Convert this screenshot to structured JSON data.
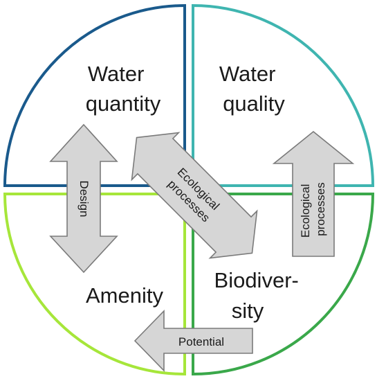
{
  "quadrants": [
    {
      "id": "water-quantity",
      "lines": [
        "Water",
        "quantity"
      ],
      "color": "#1a5a8c"
    },
    {
      "id": "water-quality",
      "lines": [
        "Water",
        "quality"
      ],
      "color": "#3fb5b0"
    },
    {
      "id": "biodiversity",
      "lines": [
        "Biodiver-",
        "sity"
      ],
      "color": "#3aa84a"
    },
    {
      "id": "amenity",
      "lines": [
        "Amenity"
      ],
      "color": "#a6e63a"
    }
  ],
  "arrows": {
    "design": {
      "label": "Design",
      "direction": "bidirectional-vertical"
    },
    "ecological_center": {
      "lines": [
        "Ecological",
        "processes"
      ],
      "direction": "bidirectional-diagonal"
    },
    "ecological_right": {
      "lines": [
        "Ecological",
        "processes"
      ],
      "direction": "up"
    },
    "potential": {
      "label": "Potential",
      "direction": "left"
    }
  }
}
